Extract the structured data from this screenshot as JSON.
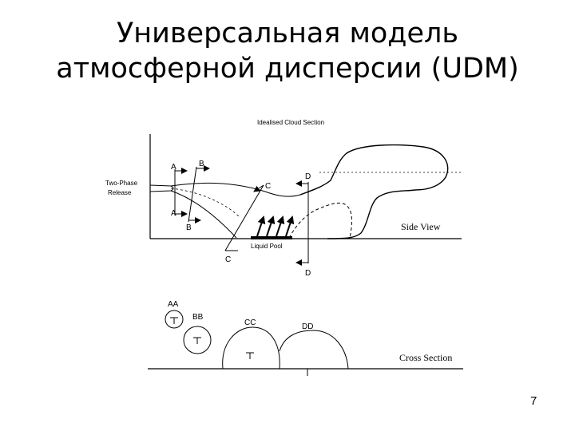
{
  "slide": {
    "title_line1": "Универсальная модель",
    "title_line2": "атмосферной дисперсии (UDM)",
    "page_number": "7"
  },
  "figure": {
    "heading": "Idealised Cloud Section",
    "release_line1": "Two-Phase",
    "release_line2": "Release",
    "side_view": "Side View",
    "liquid_pool": "Liquid Pool",
    "cross_section": "Cross Section",
    "section_marks": {
      "a_top": "A",
      "a_bottom": "A",
      "b_top": "B",
      "b_bottom": "B",
      "c_top": "C",
      "c_bottom": "C",
      "d_top": "D",
      "d_bottom": "D"
    },
    "cross_labels": {
      "aa": "AA",
      "bb": "BB",
      "cc": "CC",
      "dd": "DD"
    }
  }
}
